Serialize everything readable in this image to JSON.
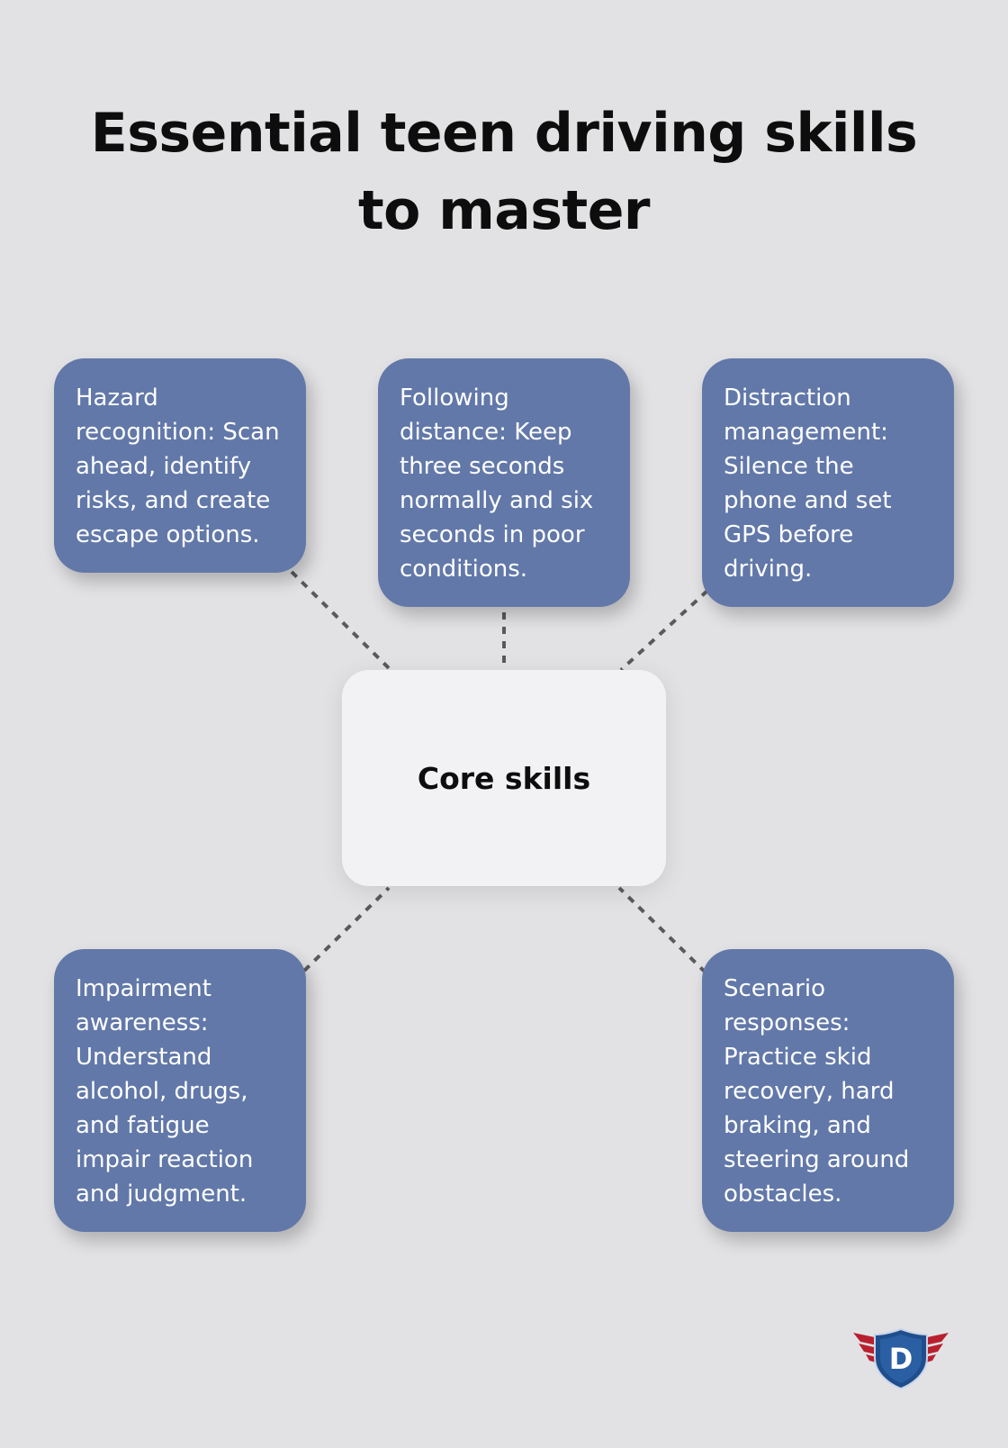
{
  "title": "Essential teen driving skills to master",
  "center": {
    "label": "Core skills"
  },
  "skills": [
    {
      "text": "Hazard recognition: Scan ahead, identify risks, and create escape options."
    },
    {
      "text": "Following distance: Keep three seconds normally and six seconds in poor conditions."
    },
    {
      "text": "Distraction management: Silence the phone and set GPS before driving."
    },
    {
      "text": "Impairment awareness: Understand alcohol, drugs, and fatigue impair reaction and judgment."
    },
    {
      "text": "Scenario responses: Practice skid recovery, hard braking, and steering around obstacles."
    }
  ],
  "logo": {
    "letter": "D"
  },
  "colors": {
    "background": "#e2e2e4",
    "box": "#6278a9",
    "center_box": "#f2f2f5",
    "connector": "#5a5a5a",
    "logo_blue": "#1f4e8c",
    "logo_red": "#b8202e"
  }
}
